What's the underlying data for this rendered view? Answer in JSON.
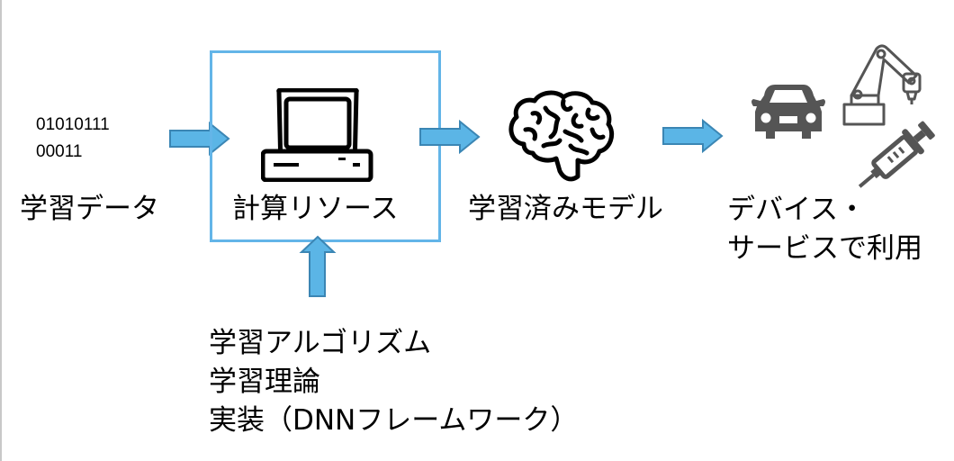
{
  "diagram": {
    "colors": {
      "arrow_fill": "#5bb5e6",
      "arrow_stroke": "#3b86b4",
      "box_border": "#63b5e8",
      "icon_dark": "#000000",
      "icon_gray": "#555555"
    },
    "nodes": {
      "training_data": {
        "binary_lines": [
          "01010111",
          "00011"
        ],
        "label": "学習データ"
      },
      "compute": {
        "icon": "computer-icon",
        "label": "計算リソース"
      },
      "model": {
        "icon": "brain-icon",
        "label": "学習済みモデル"
      },
      "usage": {
        "icons": [
          "car-icon",
          "robot-arm-icon",
          "syringe-icon"
        ],
        "label_lines": [
          "デバイス・",
          "サービスで利用"
        ]
      },
      "inputs": {
        "lines": [
          "学習アルゴリズム",
          "学習理論",
          "実装（DNNフレームワーク）"
        ]
      }
    },
    "edges": [
      {
        "from": "training_data",
        "to": "compute",
        "direction": "right"
      },
      {
        "from": "compute",
        "to": "model",
        "direction": "right"
      },
      {
        "from": "model",
        "to": "usage",
        "direction": "right"
      },
      {
        "from": "inputs",
        "to": "compute",
        "direction": "up"
      }
    ]
  }
}
